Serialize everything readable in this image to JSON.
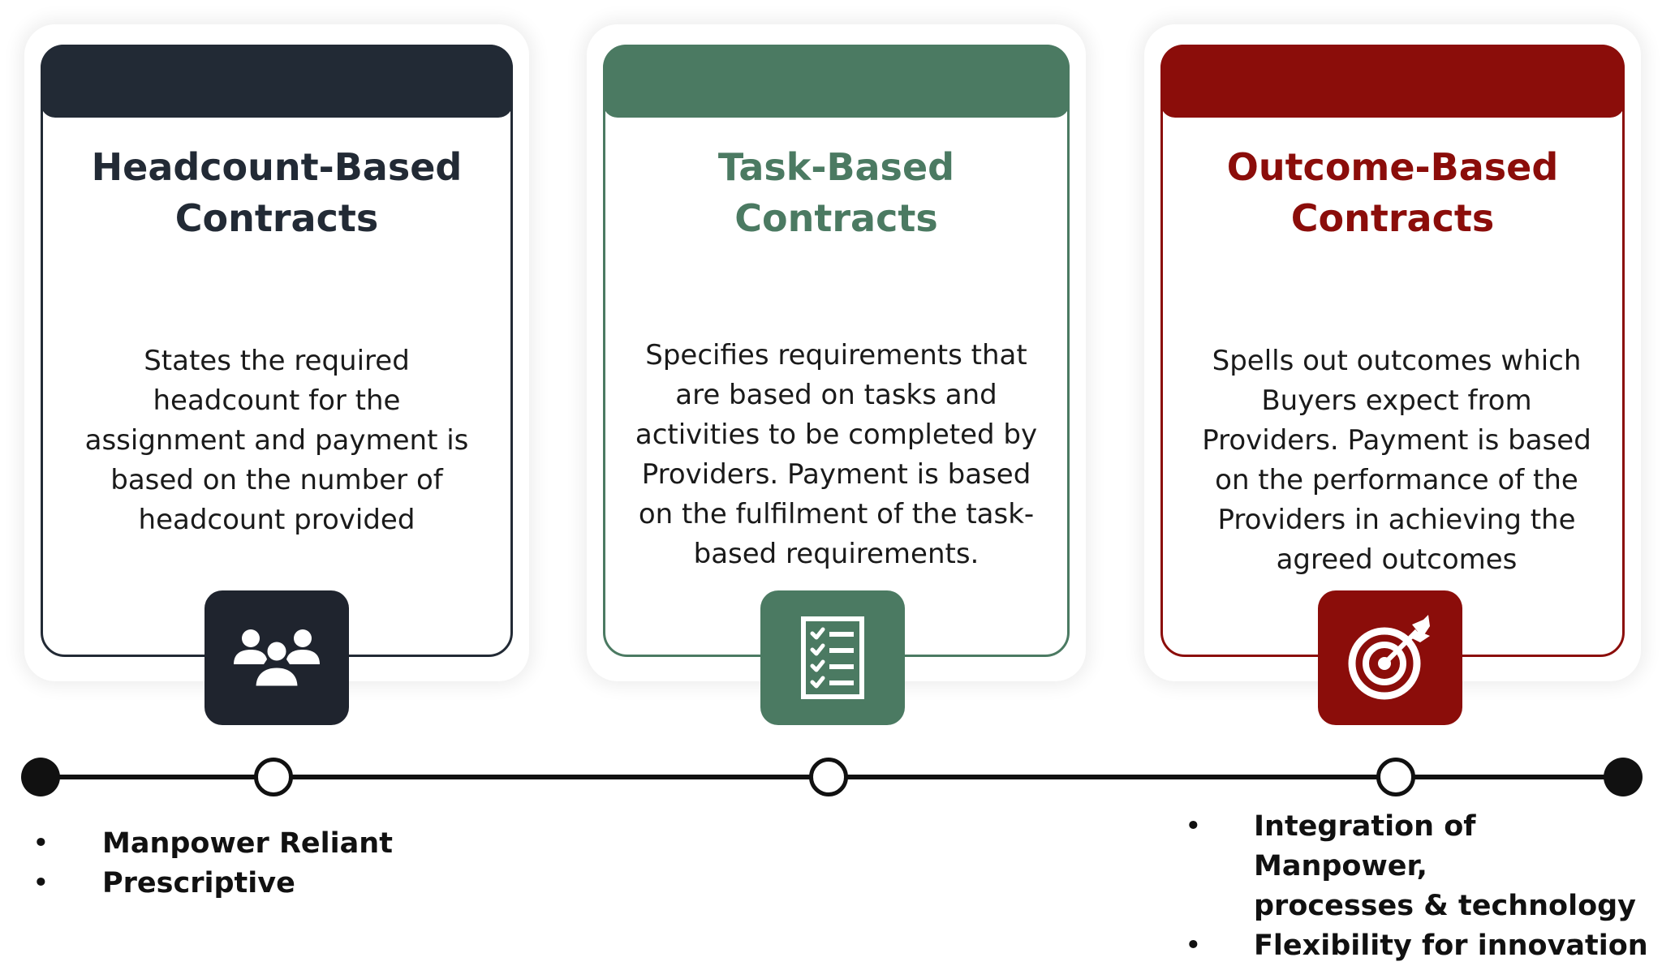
{
  "cards": [
    {
      "title": "Headcount-Based\nContracts",
      "description": "States the required\nheadcount for the\nassignment and payment is\nbased on the number of\nheadcount provided",
      "color": "#222a35",
      "icon": "people-group-icon"
    },
    {
      "title": "Task-Based\nContracts",
      "description": "Specifies requirements that\nare based on tasks and\nactivities to be completed by\nProviders. Payment is based\non the fulfilment of the task-\nbased requirements.",
      "color": "#4b7a62",
      "icon": "checklist-icon"
    },
    {
      "title": "Outcome-Based\nContracts",
      "description": "Spells out outcomes which\nBuyers expect from\nProviders. Payment is based\non the performance of the\nProviders in achieving the\nagreed outcomes",
      "color": "#8b0d0a",
      "icon": "target-arrow-icon"
    }
  ],
  "left_points": [
    "Manpower Reliant",
    "Prescriptive"
  ],
  "right_points": [
    "Integration of Manpower,\nprocesses & technology",
    "Flexibility for innovation"
  ],
  "bullet_glyph": "•"
}
